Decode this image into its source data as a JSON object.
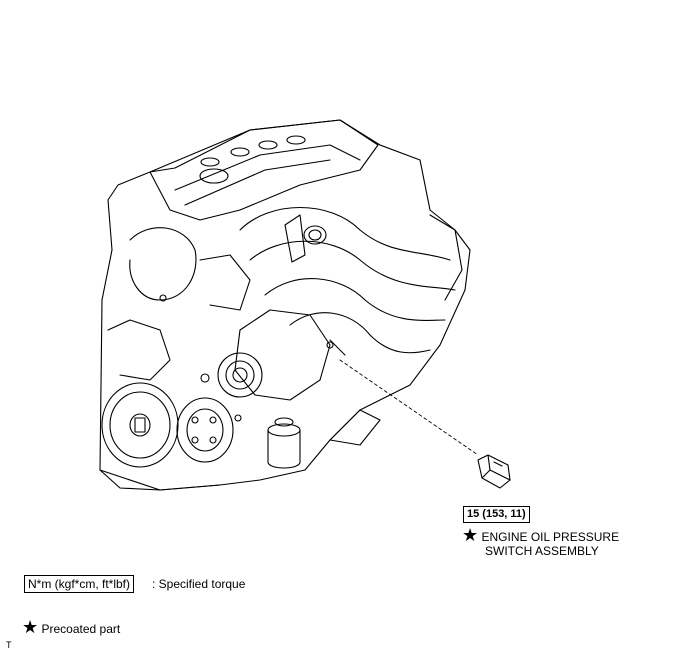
{
  "callouts": {
    "torque_value": "15 (153, 11)",
    "part_name_line1": "ENGINE OIL PRESSURE",
    "part_name_line2": "SWITCH ASSEMBLY"
  },
  "legend": {
    "torque_unit_box": "N*m (kgf*cm, ft*lbf)",
    "torque_desc": ": Specified torque",
    "precoated_desc": "Precoated part"
  },
  "footer": {
    "mark": "T"
  },
  "icons": {
    "precoat": "star-icon"
  }
}
